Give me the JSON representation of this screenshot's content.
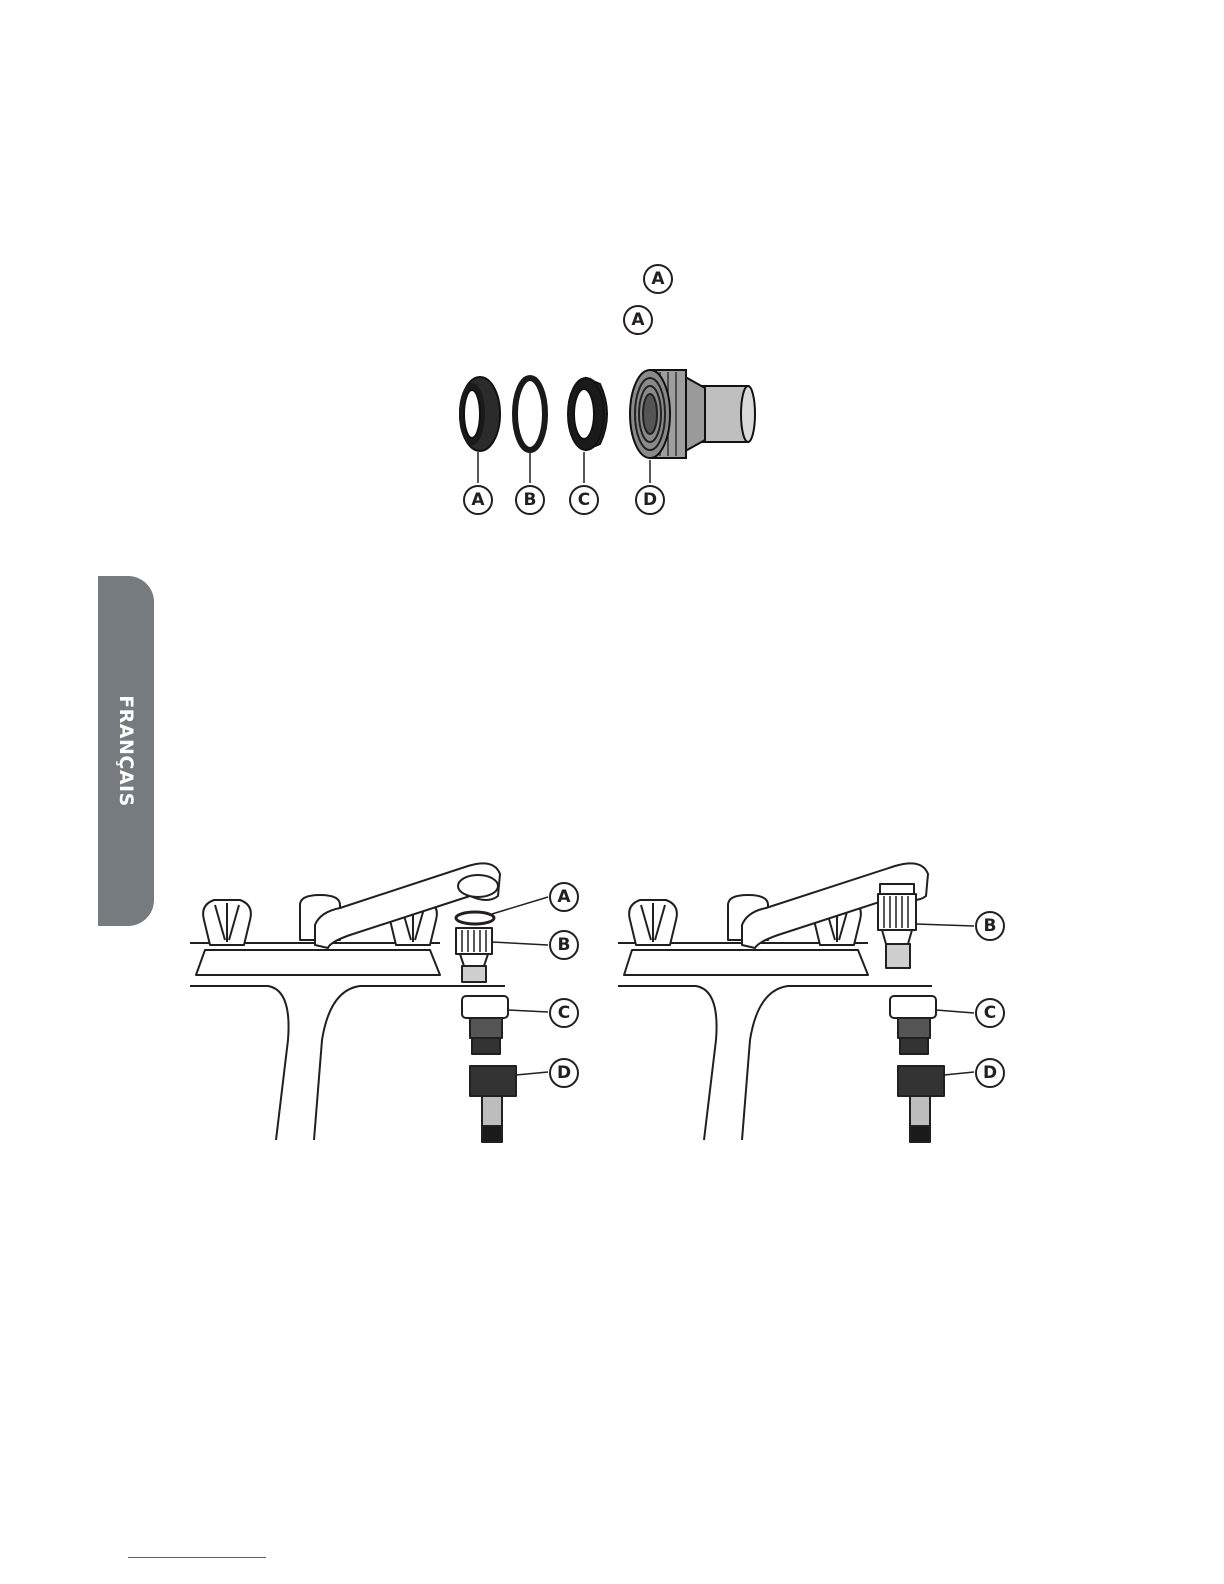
{
  "sidebar": {
    "language_tab": "FRANÇAIS"
  },
  "inline_callouts": [
    "A",
    "A"
  ],
  "parts_diagram": {
    "labels": [
      "A",
      "B",
      "C",
      "D"
    ]
  },
  "faucet_left": {
    "labels": [
      "A",
      "B",
      "C",
      "D"
    ]
  },
  "faucet_right": {
    "labels": [
      "B",
      "C",
      "D"
    ]
  },
  "colors": {
    "tab_gray": "#767b80",
    "ink": "#231f20",
    "footer_link": "#3a5bbf"
  }
}
